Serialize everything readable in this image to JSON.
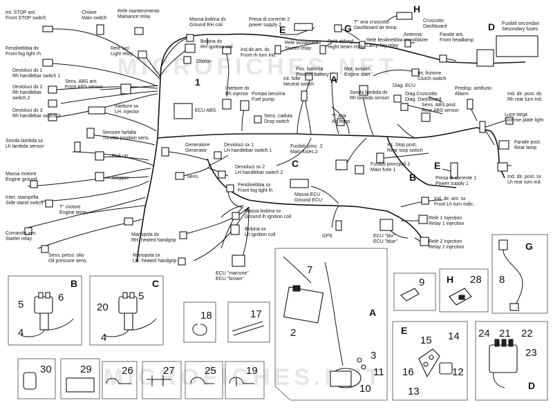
{
  "watermark": "MICROFICHES.NET",
  "labels": {
    "int_stop_ant": [
      "Int. STOP ant.",
      "Front STOP switch"
    ],
    "chiave": [
      "Chiave",
      "Main switch"
    ],
    "rele_mant": [
      "Relè mantenimento",
      "Mainance relay"
    ],
    "massa_bobina_dx": [
      "Massa bobina dx",
      "Ground RH coil"
    ],
    "presa_corrente_2": [
      "Presa di corrente 2",
      "power supply 2"
    ],
    "t_aria_cruscotto": [
      "T° aria cruscotto",
      "Dashboard air temp."
    ],
    "cruscotto": [
      "Cruscotto",
      "Dashboard"
    ],
    "fusibili_secondari": [
      "Fusibili secondari",
      "Secondary fuses"
    ],
    "fendinebbia_dx": [
      "Fendinebbia dx",
      "Front fog light rh"
    ],
    "rele_luci": [
      "Relè luci",
      "Light relay"
    ],
    "bobina_dx": [
      "Bobina dx",
      "RH ignition coil"
    ],
    "ind_dir_ant_dx": [
      "Ind.dir.ant. dx",
      "Front rh turn ind."
    ],
    "rele_avviamento": [
      "Relè avviamento",
      "Starter relay"
    ],
    "rele_abbagl": [
      "Relè abbagl.",
      "Hight beam relay"
    ],
    "rele_fendinebbia": [
      "Relè fendinebbia",
      "Lamp fog relay"
    ],
    "antenna": [
      "Antenna",
      "immobilizer"
    ],
    "fanale_ant": [
      "Fanale ant.",
      "Front headlamp"
    ],
    "deviol_dx_1": [
      "Devioluci dx 1",
      "Rh handlebar switch 1"
    ],
    "claxon": [
      "Claxon"
    ],
    "pos_batteria": [
      "Pos. batteria",
      "Positive battery"
    ],
    "mot_avviam": [
      "Mot. avviam.",
      "Engine start"
    ],
    "int_frizione": [
      "Int. frizione",
      "Clutch switch"
    ],
    "sens_abs_ant": [
      "Sens. ABS ant.",
      "Front ABS sensor"
    ],
    "deviol_dx_2": [
      "Devioluci dx 2",
      "Rh handlebar",
      "switch 2"
    ],
    "iniettore_dx": [
      "Iniettore dx",
      "Rh injector"
    ],
    "pompa_benzina": [
      "Pompa benzina",
      "Fuel pump"
    ],
    "int_folle": [
      "Int. folle",
      "Neutral switch"
    ],
    "sonda_lambda_dx": [
      "Sonda lambda dx",
      "Rh lambda sensor"
    ],
    "diag_ecu": [
      "Diag. ECU"
    ],
    "diag_cruscotto": [
      "Diag.Cruscotto",
      "Diag. Dashboard"
    ],
    "predisp_antifurto": [
      "Predisp. antifurto",
      "Allarm"
    ],
    "ind_post_dx": [
      "Ind. dir. post. dx",
      "Rh rear turn ind."
    ],
    "deviol_dx_3": [
      "Devioluci dx 3",
      "Rh handlebar switch 3"
    ],
    "iniettore_sx": [
      "Iniettore sx",
      "LH. injector"
    ],
    "ecu_abs": [
      "ECU ABS"
    ],
    "sens_caduta": [
      "Sens. caduta",
      "Drop switch"
    ],
    "t_aria": [
      "T° aria",
      "Air temp."
    ],
    "sens_abs_post": [
      "Sens. ABS post.",
      "Rear ABS sensor"
    ],
    "luce_targa": [
      "Luce targa",
      "License plate light"
    ],
    "sonda_lambda_sx": [
      "Sonda lambda sx",
      "Lh lambda sensor"
    ],
    "sensore_farfalla": [
      "Sensore farfalla",
      "Throttle position sens."
    ],
    "generatore": [
      "Generatore",
      "Generator"
    ],
    "deviol_sx_1": [
      "Devioluci sx 1",
      "LH handlebar switch 1"
    ],
    "fusibili_princ_2": [
      "Fusibili princ. 2",
      "Main fuses 2"
    ],
    "int_stop_post": [
      "Int. Stop post.",
      "Rear stop switch"
    ],
    "fanale_post": [
      "Fanale post.",
      "Rear lamp"
    ],
    "pick_up": [
      "Pick up"
    ],
    "fusibili_princ_1": [
      "Fusibili principali 1",
      "Main fuse 1"
    ],
    "massa_motore": [
      "Massa motore",
      "Engine ground"
    ],
    "stepper": [
      "Stepper"
    ],
    "sens": [
      "Sens."
    ],
    "deviol_sx_2": [
      "Devioluci sx 2",
      "LH handlebar switch 2"
    ],
    "presa_corrente_1": [
      "Presa di corrente 1",
      "Power supply 1"
    ],
    "ind_post_sx": [
      "Ind. dir. post. sx",
      "Lh rear turn ind."
    ],
    "inter_stampella": [
      "Inter. stampella",
      "Side stand switch"
    ],
    "fendinebbia_sx": [
      "Fendinebbia sx",
      "Front fog light lh"
    ],
    "massa_ecu": [
      "Massa ECU",
      "Ground ECU"
    ],
    "ind_ant_sx": [
      "Ind. dir. ant. sx",
      "Front Lh turn indic."
    ],
    "t_motore": [
      "T° motore",
      "Engine temp."
    ],
    "massa_bobina_sx": [
      "Massa bobina sx",
      "Ground lh ignition coil"
    ],
    "rele_1": [
      "Relè 1 Injection",
      "Relay 1 injection"
    ],
    "comando_avv": [
      "Comando avv.",
      "Starter relay"
    ],
    "bobina_sx": [
      "Bobina sx",
      "Lh ignition coil"
    ],
    "manopola_dx": [
      "Manopola dx",
      "RH. heated handgrip"
    ],
    "gps": [
      "GPS"
    ],
    "ecu_blu": [
      "ECU \"blu\"",
      "ECU \"blue\""
    ],
    "rele_2": [
      "Relè 2 Injection",
      "Relay 2 injection"
    ],
    "sens_press_olio": [
      "Sens. press. olio",
      "Oil pressure sens."
    ],
    "manopola_sx": [
      "Manopola sx",
      "LH. heated handgrip"
    ],
    "ecu_marrone": [
      "ECU \"marrone\"",
      "ECU \"brown\""
    ]
  },
  "callouts": {
    "main_letters": {
      "A": "A",
      "B": "B",
      "C": "C",
      "D": "D",
      "E": "E",
      "G": "G",
      "H": "H",
      "one": "1"
    },
    "detail_letters": {
      "A": "A",
      "B": "B",
      "C": "C",
      "D": "D",
      "E": "E",
      "G": "G",
      "H": "H"
    },
    "parts": {
      "p2": "2",
      "p3": "3",
      "p4b": "4",
      "p4c": "4",
      "p5b": "5",
      "p5c": "5",
      "p6": "6",
      "p7": "7",
      "p8": "8",
      "p9": "9",
      "p10": "10",
      "p11": "11",
      "p12": "12",
      "p13": "13",
      "p14": "14",
      "p15": "15",
      "p16": "16",
      "p17": "17",
      "p18": "18",
      "p19": "19",
      "p20": "20",
      "p21": "21",
      "p22": "22",
      "p23": "23",
      "p24": "24",
      "p25": "25",
      "p26": "26",
      "p27": "27",
      "p28": "28",
      "p29": "29",
      "p30": "30"
    }
  }
}
